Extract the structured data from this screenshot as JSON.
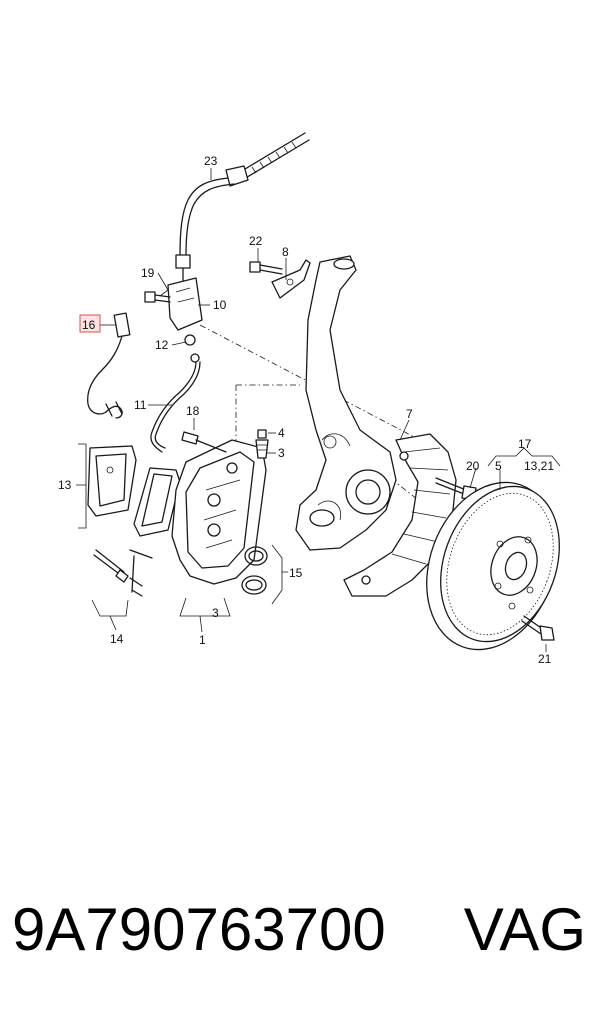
{
  "callouts": {
    "c1": "1",
    "c3a": "3",
    "c3b": "3",
    "c4": "4",
    "c5": "5",
    "c7": "7",
    "c8": "8",
    "c10": "10",
    "c11": "11",
    "c12": "12",
    "c13": "13",
    "c14": "14",
    "c15": "15",
    "c16": "16",
    "c17": "17",
    "c18": "18",
    "c19": "19",
    "c20": "20",
    "c21": "21",
    "c22": "22",
    "c23": "23",
    "c1321": "13,21"
  },
  "highlight": {
    "color": "#d9534f",
    "fill": "#fbe3e3",
    "callout": "16"
  },
  "footer": {
    "part_number": "9A790763700",
    "brand": "VAG"
  }
}
